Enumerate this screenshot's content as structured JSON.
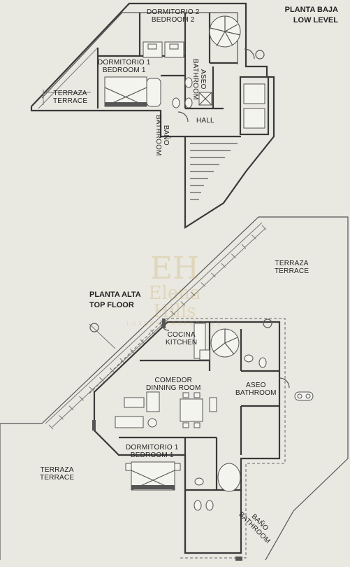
{
  "low_level": {
    "heading": {
      "es": "PLANTA BAJA",
      "en": "LOW LEVEL"
    },
    "rooms": {
      "bedroom2": {
        "es": "DORMITORIO 2",
        "en": "BEDROOM 2"
      },
      "bedroom1": {
        "es": "DORMITORIO 1",
        "en": "BEDROOM 1"
      },
      "terrace": {
        "es": "TERRAZA",
        "en": "TERRACE"
      },
      "aseo": {
        "es": "ASEO",
        "en": "BATHROOM"
      },
      "bano": {
        "es": "BAÑO",
        "en": "BATHROOM"
      },
      "hall": {
        "en": "HALL"
      }
    }
  },
  "top_floor": {
    "heading": {
      "es": "PLANTA ALTA",
      "en": "TOP FLOOR"
    },
    "rooms": {
      "terrace_right": {
        "es": "TERRAZA",
        "en": "TERRACE"
      },
      "kitchen": {
        "es": "COCINA",
        "en": "KITCHEN"
      },
      "dining": {
        "es": "COMEDOR",
        "en": "DINNING ROOM"
      },
      "aseo": {
        "es": "ASEO",
        "en": "BATHROOM"
      },
      "terrace_left": {
        "es": "TERRAZA",
        "en": "TERRACE"
      },
      "bedroom1": {
        "es": "DORMITORIO 1",
        "en": "BEDROOM 1"
      },
      "bano": {
        "es": "BAÑO",
        "en": "BATHROOM"
      }
    }
  },
  "watermark": {
    "line1": "EH",
    "line2": "Elena Hills",
    "line3": "LUXURY PROPERTIES"
  },
  "colors": {
    "background": "#e9e8e1",
    "wall": "#3a3a3a",
    "text": "#222222"
  }
}
